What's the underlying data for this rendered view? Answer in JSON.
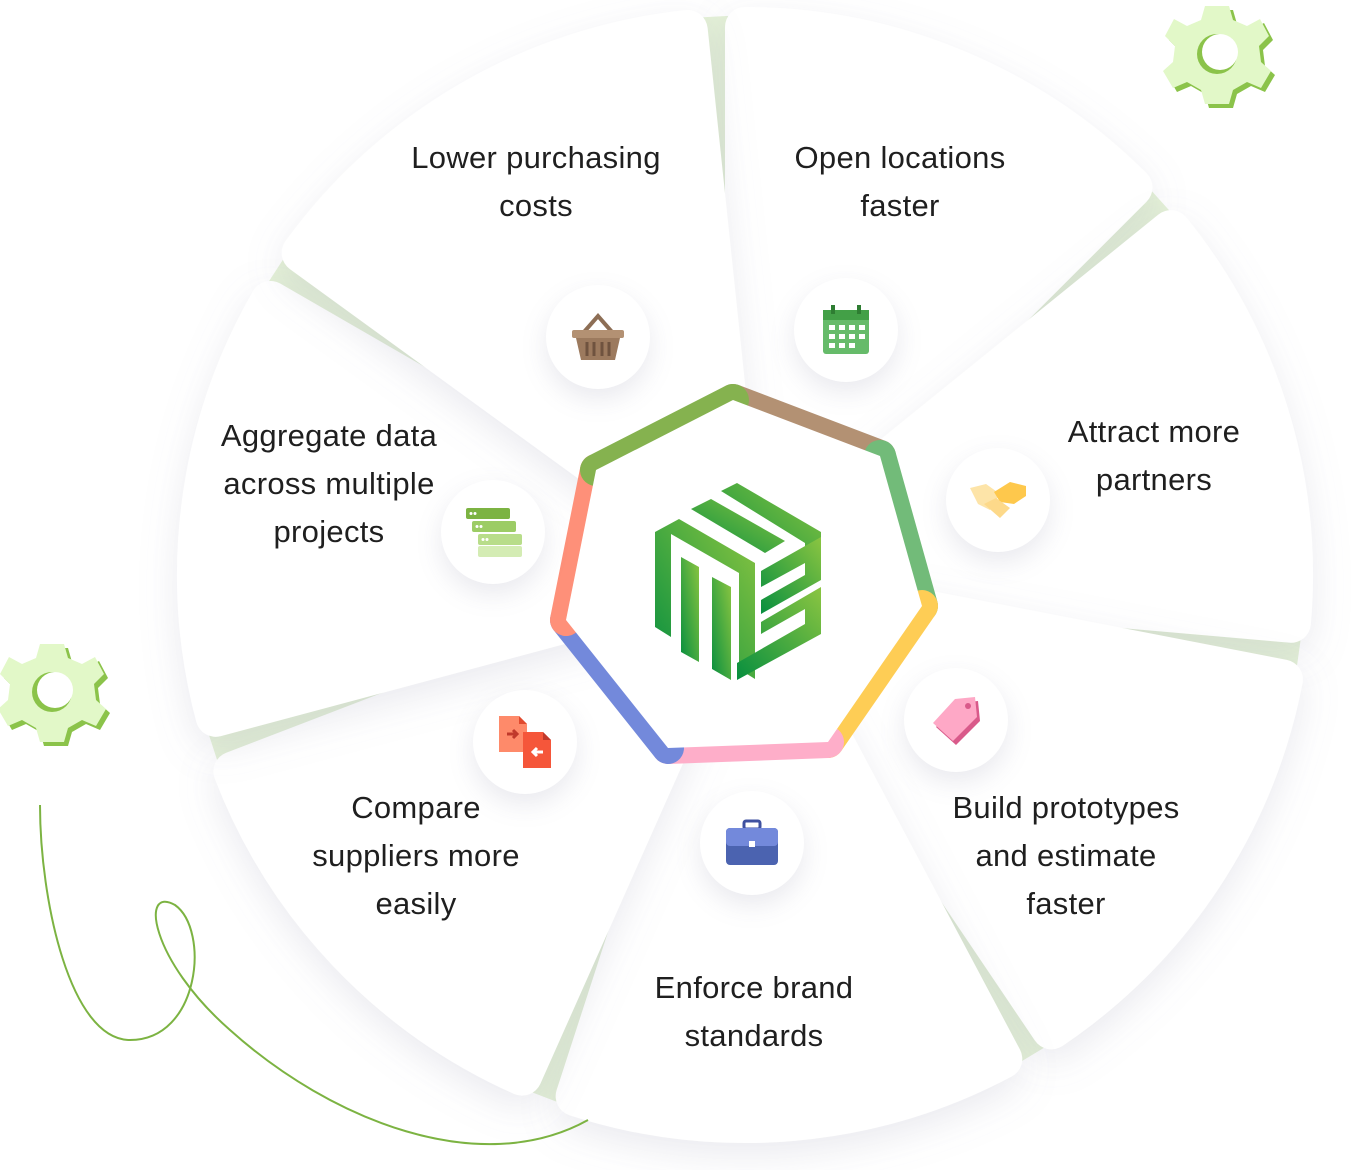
{
  "center": {
    "logo": "green-cube-logo"
  },
  "benefits": [
    {
      "label": "Lower purchasing\ncosts",
      "icon": "basket-icon",
      "color": "#b39173"
    },
    {
      "label": "Open locations\nfaster",
      "icon": "calendar-icon",
      "color": "#72bb79"
    },
    {
      "label": "Attract more\npartners",
      "icon": "handshake-icon",
      "color": "#fecd55"
    },
    {
      "label": "Build prototypes\nand estimate\nfaster",
      "icon": "tag-icon",
      "color": "#feaec9"
    },
    {
      "label": "Enforce brand\nstandards",
      "icon": "briefcase-icon",
      "color": "#7389db"
    },
    {
      "label": "Compare\nsuppliers more\neasily",
      "icon": "documents-icon",
      "color": "#fe9079"
    },
    {
      "label": "Aggregate data\nacross multiple\nprojects",
      "icon": "servers-icon",
      "color": "#85b24f"
    }
  ],
  "colors": {
    "accent": "#7cc242",
    "gear": "#dff7c4",
    "ray": "#e3f1d4"
  }
}
